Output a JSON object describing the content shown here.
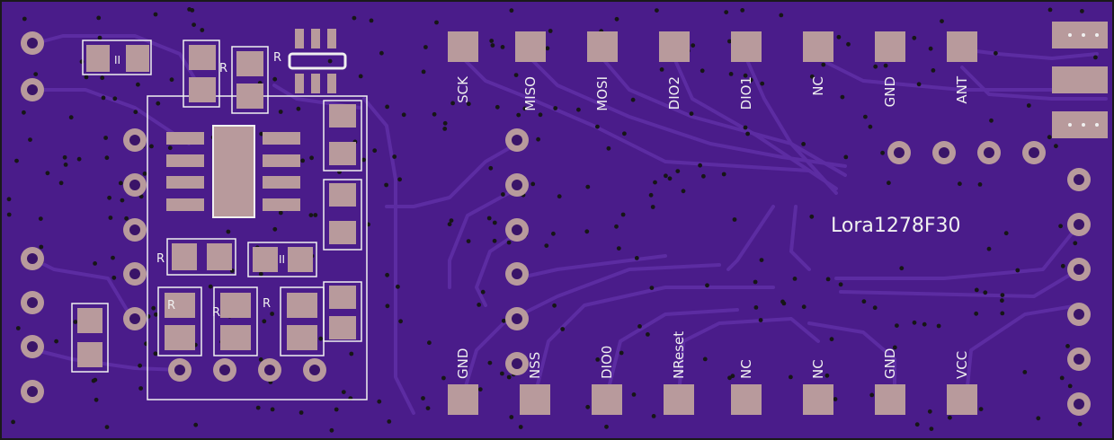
{
  "colors": {
    "board": "#4a1c8a",
    "trace": "#5a2aa0",
    "pad": "#b89a9c",
    "silk": "#f0f0f0",
    "hole": "#3a1468",
    "via": "#161616",
    "outline": "#1a1a1a"
  },
  "board": {
    "module_name": "Lora1278F30",
    "ref_label": "R",
    "cap_mark": "II"
  },
  "top_pins": [
    {
      "label": "SCK"
    },
    {
      "label": "MISO"
    },
    {
      "label": "MOSI"
    },
    {
      "label": "DIO2"
    },
    {
      "label": "DIO1"
    },
    {
      "label": "NC"
    },
    {
      "label": "GND"
    },
    {
      "label": "ANT"
    }
  ],
  "bottom_pins": [
    {
      "label": "GND"
    },
    {
      "label": "NSS"
    },
    {
      "label": "DIO0"
    },
    {
      "label": "NReset"
    },
    {
      "label": "NC"
    },
    {
      "label": "NC"
    },
    {
      "label": "GND"
    },
    {
      "label": "VCC"
    }
  ]
}
